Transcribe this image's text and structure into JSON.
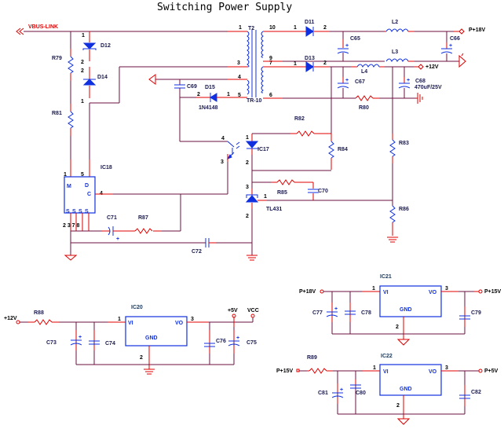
{
  "title": "Switching Power Supply",
  "nets": {
    "vbus": "VBUS-LINK",
    "p18v": "P+18V",
    "p12v": "+12V",
    "in12v": "+12V",
    "p5v": "+5V",
    "vcc": "VCC",
    "p18v_b": "P+18V",
    "p15v_out": "P+15V",
    "p15v_in": "P+15V",
    "p5v_out": "P+5V"
  },
  "components": {
    "transformer": {
      "ref": "T2",
      "part": "TR-10",
      "pins": [
        "1",
        "3",
        "4",
        "5",
        "10",
        "9",
        "7",
        "6"
      ]
    },
    "d11": "D11",
    "d12": "D12",
    "d13": "D13",
    "d14": "D14",
    "d15": {
      "ref": "D15",
      "part": "1N4148"
    },
    "c65": "C65",
    "c66": "C66",
    "c67": "C67",
    "c68": {
      "ref": "C68",
      "value": "470uF/25V"
    },
    "c69": "C69",
    "c70": "C70",
    "c71": "C71",
    "c72": "C72",
    "c73": "C73",
    "c74": "C74",
    "c75": "C75",
    "c76": "C76",
    "c77": "C77",
    "c78": "C78",
    "c79": "C79",
    "c80": "C80",
    "c81": "C81",
    "c82": "C82",
    "l2": "L2",
    "l3": "L3",
    "l4": "L4",
    "r79": "R79",
    "r81": "R81",
    "r80": "R80",
    "r82": "R82",
    "r83": "R83",
    "r84": "R84",
    "r85": "R85",
    "r86": "R86",
    "r87": "R87",
    "r88": "R88",
    "r89": "R89",
    "ic17": "IC17",
    "ic18": "IC18",
    "tl431": "TL431",
    "ic20": "IC20",
    "ic21": "IC21",
    "ic22": "IC22"
  },
  "ic18_pins": {
    "m": "M",
    "d": "D",
    "c": "C",
    "s": "S",
    "p1": "1",
    "p5": "5",
    "p4": "4",
    "bottom": "2 3 7 8"
  },
  "regulator_pins": {
    "vi": "VI",
    "vo": "VO",
    "gnd": "GND",
    "in": "1",
    "out": "3",
    "g": "2"
  },
  "pin_numbers": {
    "one": "1",
    "two": "2",
    "three": "3",
    "four": "4",
    "five": "5",
    "six": "6",
    "seven": "7",
    "nine": "9",
    "ten": "10",
    "plus": "+"
  }
}
